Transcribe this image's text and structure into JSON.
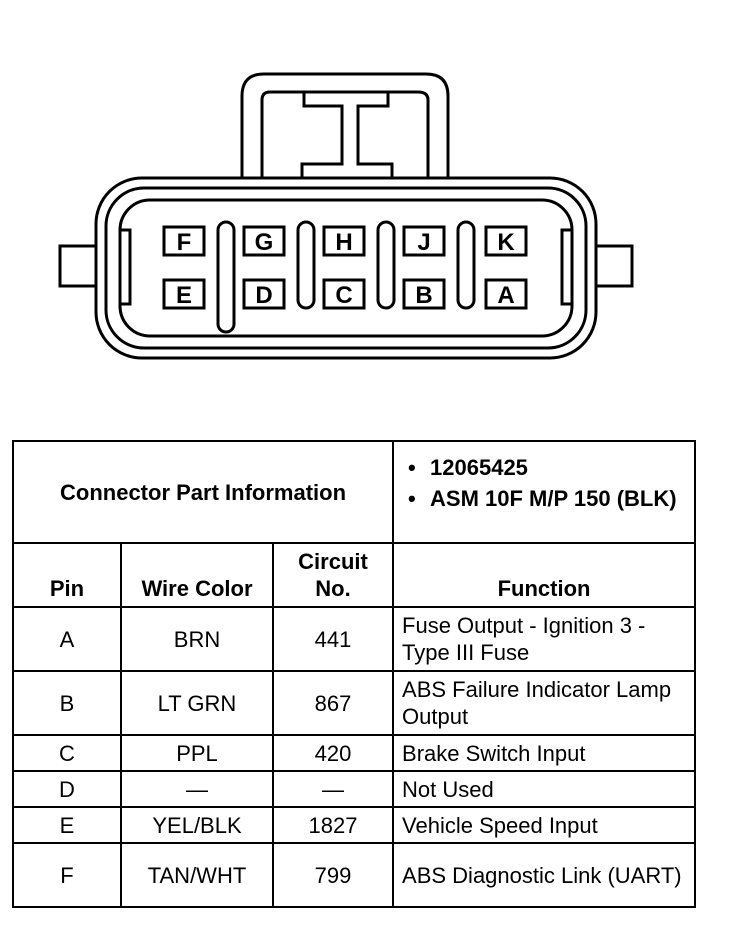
{
  "connector": {
    "top_row_pins": [
      "F",
      "G",
      "H",
      "J",
      "K"
    ],
    "bottom_row_pins": [
      "E",
      "D",
      "C",
      "B",
      "A"
    ]
  },
  "table": {
    "part_info_label": "Connector Part Information",
    "part_numbers": [
      "12065425",
      "ASM 10F M/P 150 (BLK)"
    ],
    "headers": {
      "pin": "Pin",
      "wire_color": "Wire Color",
      "circuit_line1": "Circuit",
      "circuit_line2": "No.",
      "function": "Function"
    },
    "rows": [
      {
        "pin": "A",
        "wire": "BRN",
        "circuit": "441",
        "function": "Fuse Output - Ignition 3 - Type III Fuse"
      },
      {
        "pin": "B",
        "wire": "LT GRN",
        "circuit": "867",
        "function": "ABS Failure Indicator Lamp Output"
      },
      {
        "pin": "C",
        "wire": "PPL",
        "circuit": "420",
        "function": "Brake Switch Input"
      },
      {
        "pin": "D",
        "wire": "—",
        "circuit": "—",
        "function": "Not Used"
      },
      {
        "pin": "E",
        "wire": "YEL/BLK",
        "circuit": "1827",
        "function": "Vehicle Speed Input"
      },
      {
        "pin": "F",
        "wire": "TAN/WHT",
        "circuit": "799",
        "function": "ABS Diagnostic Link (UART)"
      }
    ]
  }
}
